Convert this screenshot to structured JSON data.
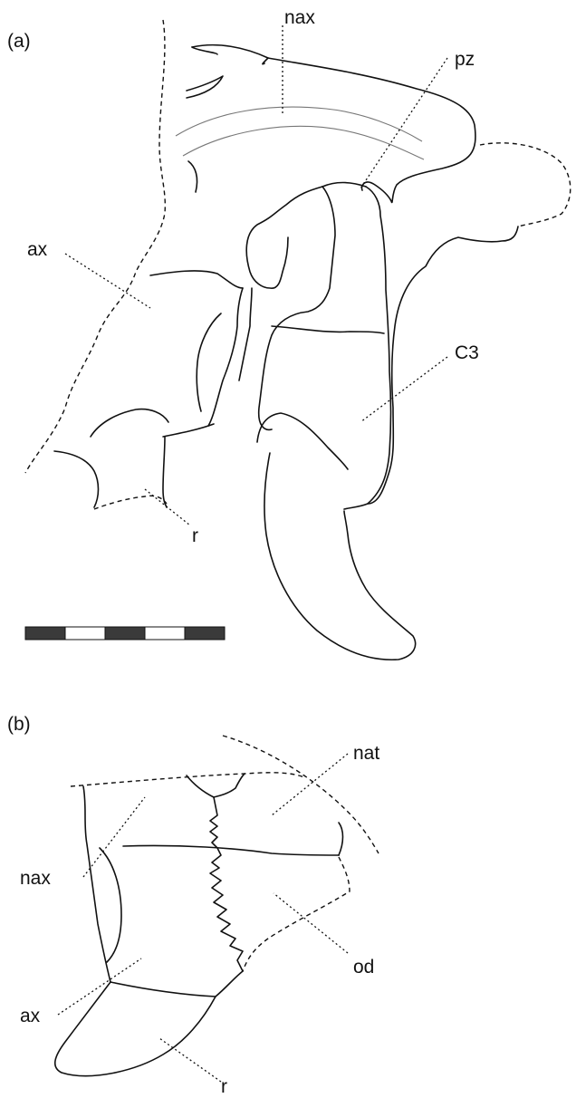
{
  "panel_a": {
    "tag": "(a)",
    "labels": {
      "nax": "nax",
      "pz": "pz",
      "ax": "ax",
      "c3": "C3",
      "r": "r"
    }
  },
  "panel_b": {
    "tag": "(b)",
    "labels": {
      "nat": "nat",
      "nax": "nax",
      "od": "od",
      "ax": "ax",
      "r": "r"
    }
  },
  "scale_bar": {
    "segments": 5,
    "pattern": [
      "dark",
      "light",
      "dark",
      "light",
      "dark"
    ]
  },
  "colors": {
    "line": "#111111",
    "fine_line": "#777777",
    "scale_dark": "#3a3a3a"
  }
}
